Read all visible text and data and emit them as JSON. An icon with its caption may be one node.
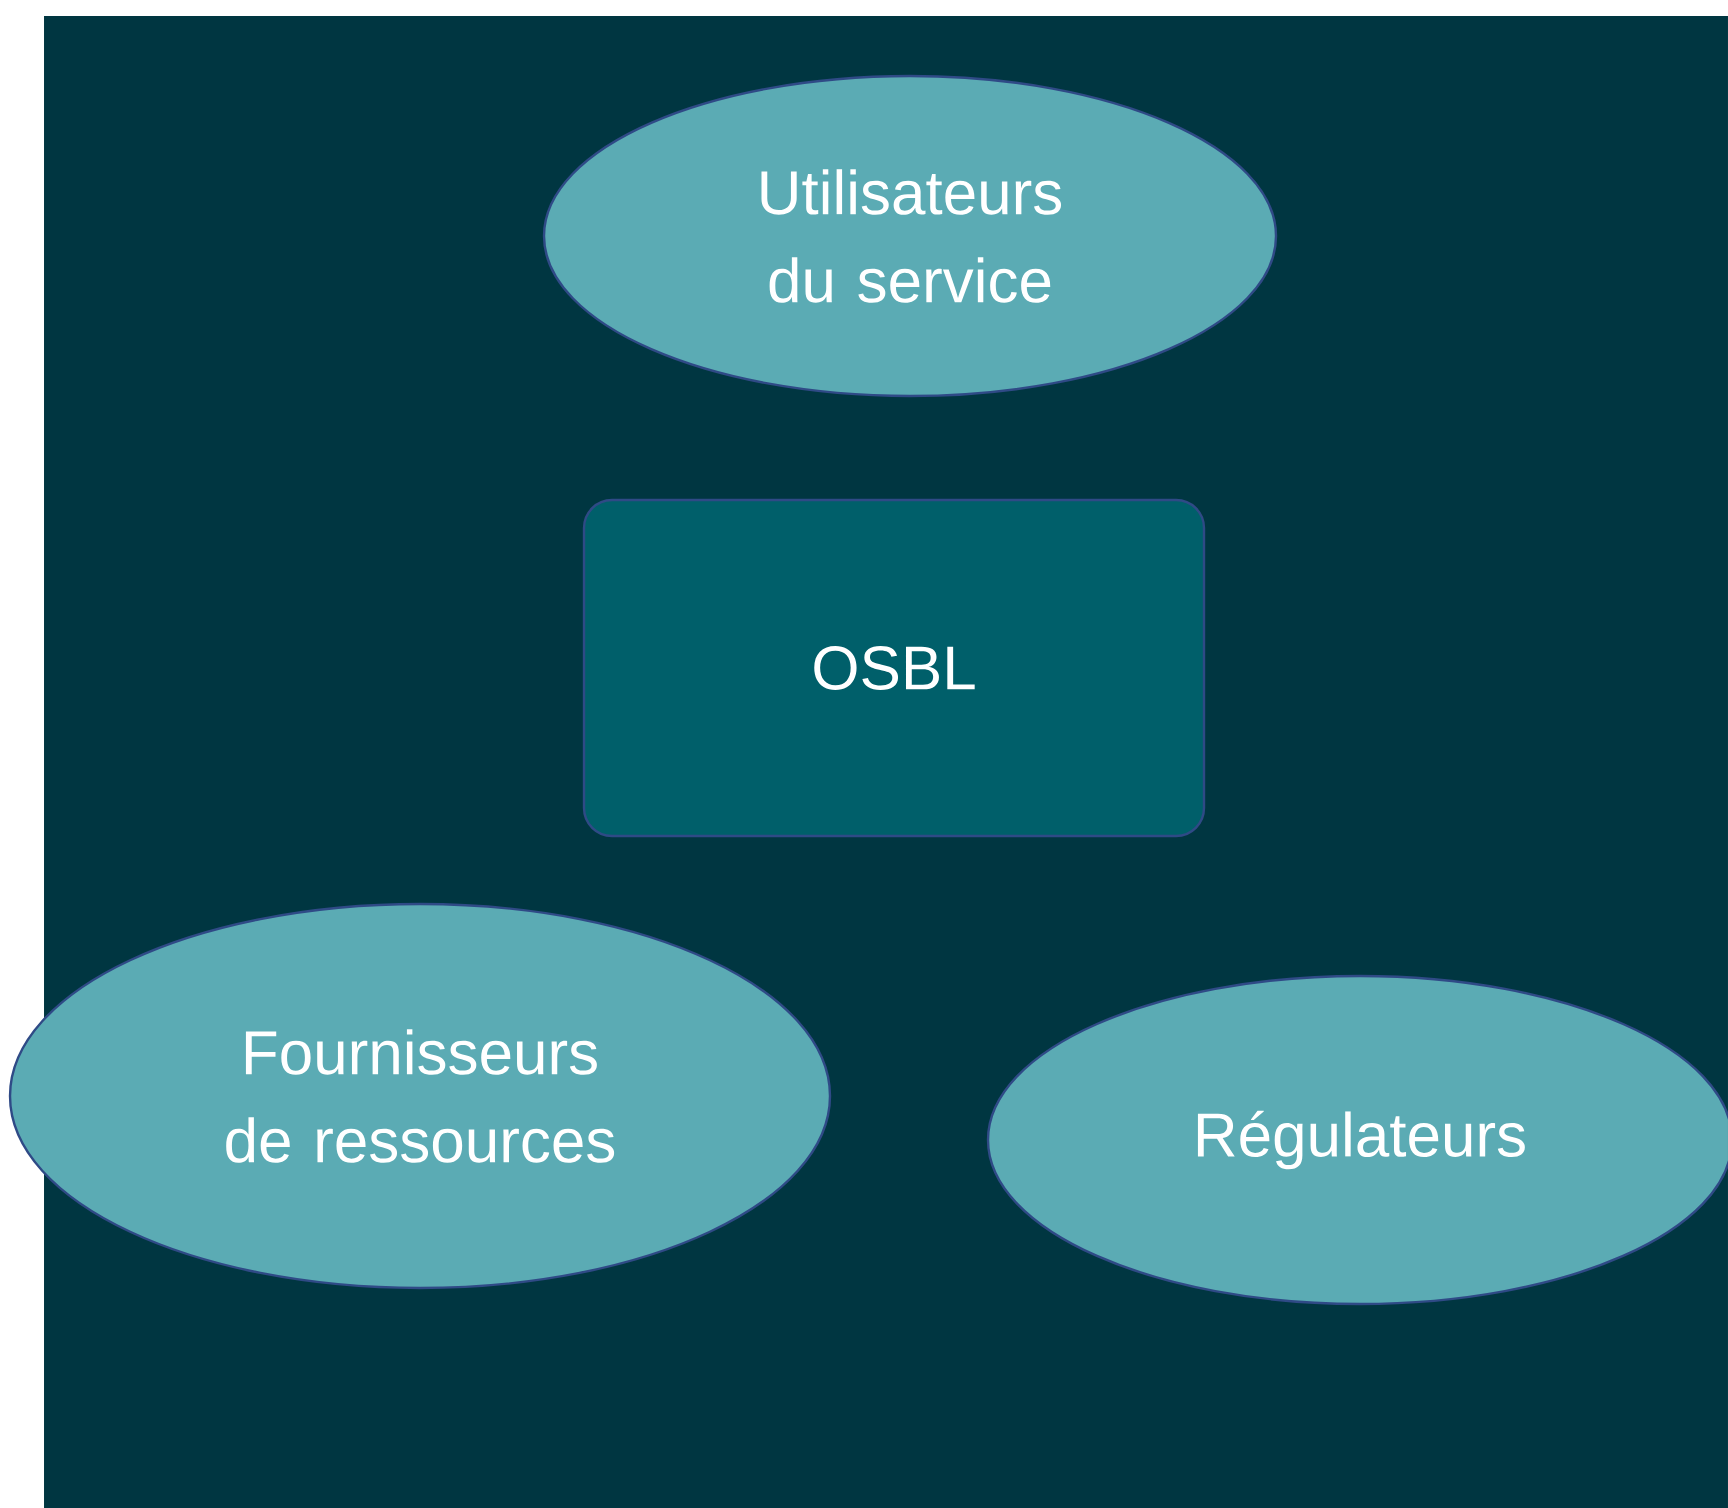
{
  "diagram": {
    "nodes": [
      {
        "text": [
          "Utilisateurs du service"
        ]
      },
      {
        "text": [
          "OSBL"
        ]
      },
      {
        "text": [
          "Fournisseurs de ressources"
        ]
      },
      {
        "text": [
          "Régulateurs"
        ]
      }
    ]
  }
}
